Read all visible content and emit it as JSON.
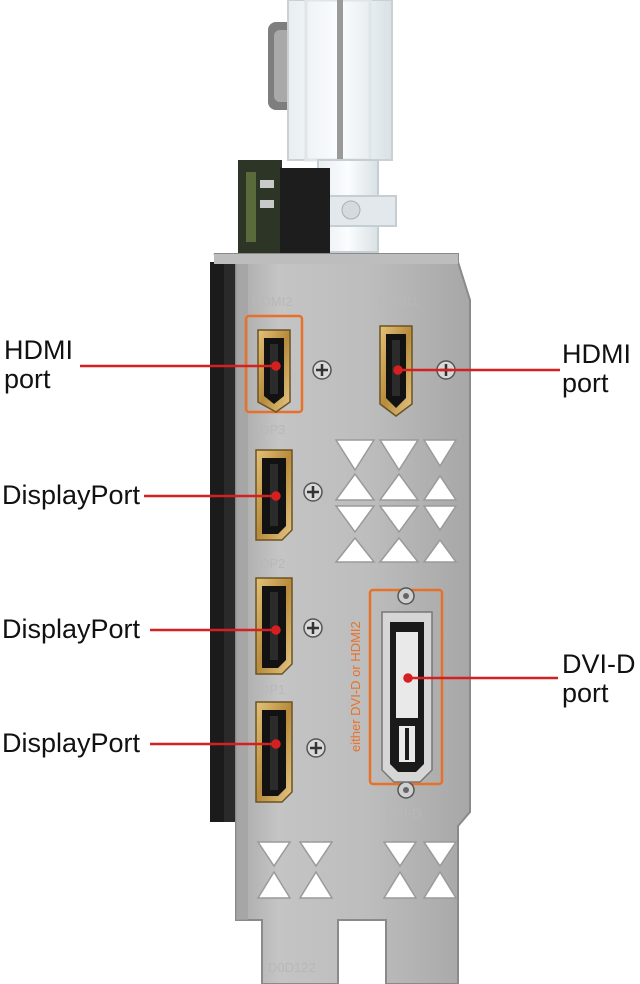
{
  "callouts": {
    "hdmi_left": "HDMI\nport",
    "hdmi_right": "HDMI\nport",
    "displayport_1": "DisplayPort",
    "displayport_2": "DisplayPort",
    "displayport_3": "DisplayPort",
    "dvi_d": "DVI-D\nport"
  },
  "bracket_silkscreen": {
    "hdmi2": "HDMI2",
    "hdmi1": "HDMI1",
    "dp3": "DP3",
    "dp2": "DP2",
    "dp1": "DP1",
    "dvi": "DVI-D",
    "either": "either DVI-D or HDMI2",
    "code": "D0D122"
  },
  "colors": {
    "bracket": "#b9b9b9",
    "callout_line": "#d42020",
    "orange_outline": "#e8712a",
    "connector_gold": "#c9a255"
  }
}
